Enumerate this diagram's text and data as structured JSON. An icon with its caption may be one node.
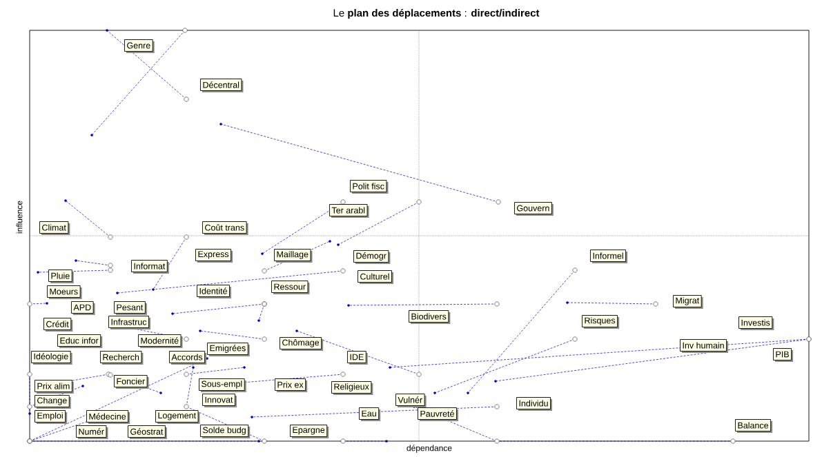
{
  "diagram": {
    "title": "Le **plan des déplacements** :  **direct/indirect**",
    "nodes": [
      {
        "text": [
          "Genre"
        ]
      },
      {
        "text": [
          "Décentral"
        ]
      },
      {
        "text": [
          "Polit fisc"
        ]
      },
      {
        "text": [
          "Gouvern"
        ]
      },
      {
        "text": [
          "Ter arabl"
        ]
      },
      {
        "text": [
          "Climat"
        ]
      },
      {
        "text": [
          "Coût trans"
        ]
      },
      {
        "text": [
          "Express"
        ]
      },
      {
        "text": [
          "Maillage"
        ]
      },
      {
        "text": [
          "Démogr"
        ]
      },
      {
        "text": [
          "Informel"
        ]
      },
      {
        "text": [
          "Informat"
        ]
      },
      {
        "text": [
          "Culturel"
        ]
      },
      {
        "text": [
          "Pluie"
        ]
      },
      {
        "text": [
          "Identité"
        ]
      },
      {
        "text": [
          "Ressour"
        ]
      },
      {
        "text": [
          "Moeurs"
        ]
      },
      {
        "text": [
          "Migrat"
        ]
      },
      {
        "text": [
          "APD"
        ]
      },
      {
        "text": [
          "Pesant"
        ]
      },
      {
        "text": [
          "Biodivers"
        ]
      },
      {
        "text": [
          "Crédit"
        ]
      },
      {
        "text": [
          "Infrastruc"
        ]
      },
      {
        "text": [
          "Risques"
        ]
      },
      {
        "text": [
          "Investis"
        ]
      },
      {
        "text": [
          "Educ infor"
        ]
      },
      {
        "text": [
          "Modernité"
        ]
      },
      {
        "text": [
          "Chômage"
        ]
      },
      {
        "text": [
          "Emigrées"
        ]
      },
      {
        "text": [
          "Inv humain"
        ]
      },
      {
        "text": [
          "PIB"
        ]
      },
      {
        "text": [
          "Idéologie"
        ]
      },
      {
        "text": [
          "Recherch"
        ]
      },
      {
        "text": [
          "Accords"
        ]
      },
      {
        "text": [
          "IDE"
        ]
      },
      {
        "text": [
          "Foncier"
        ]
      },
      {
        "text": [
          "Sous-empl"
        ]
      },
      {
        "text": [
          "Prix ex"
        ]
      },
      {
        "text": [
          "Religieux"
        ]
      },
      {
        "text": [
          "Prix alim"
        ]
      },
      {
        "text": [
          "Change"
        ]
      },
      {
        "text": [
          "Innovat"
        ]
      },
      {
        "text": [
          "Vulnér"
        ]
      },
      {
        "text": [
          "Individu"
        ]
      },
      {
        "text": [
          "Emploi"
        ]
      },
      {
        "text": [
          "Médecine"
        ]
      },
      {
        "text": [
          "Logement"
        ]
      },
      {
        "text": [
          "Eau"
        ]
      },
      {
        "text": [
          "Pauvreté"
        ]
      },
      {
        "text": [
          "Balance"
        ]
      },
      {
        "text": [
          "Numér"
        ]
      },
      {
        "text": [
          "Géostrat"
        ]
      },
      {
        "text": [
          "Solde budg"
        ]
      },
      {
        "text": [
          "Epargne"
        ]
      }
    ],
    "labels": [
      "influence",
      "dépendance"
    ]
  }
}
